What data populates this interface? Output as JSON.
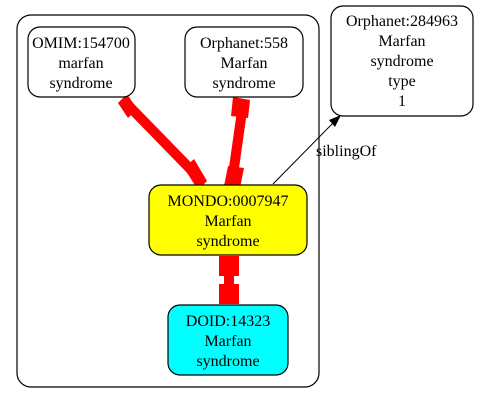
{
  "nodes": {
    "omim": {
      "lines": [
        "OMIM:154700",
        "marfan",
        "syndrome"
      ],
      "fill": "#ffffff"
    },
    "orpha558": {
      "lines": [
        "Orphanet:558",
        "Marfan",
        "syndrome"
      ],
      "fill": "#ffffff"
    },
    "orpha284963": {
      "lines": [
        "Orphanet:284963",
        "Marfan",
        "syndrome",
        "type",
        "1"
      ],
      "fill": "#ffffff"
    },
    "mondo": {
      "lines": [
        "MONDO:0007947",
        "Marfan",
        "syndrome"
      ],
      "fill": "#ffff00"
    },
    "doid": {
      "lines": [
        "DOID:14323",
        "Marfan",
        "syndrome"
      ],
      "fill": "#00ffff"
    }
  },
  "edges": {
    "sibling_label": "siblingOf"
  },
  "colors": {
    "equivalent_edge": "#ff0000",
    "sibling_edge": "#000000",
    "stroke": "#000000"
  }
}
